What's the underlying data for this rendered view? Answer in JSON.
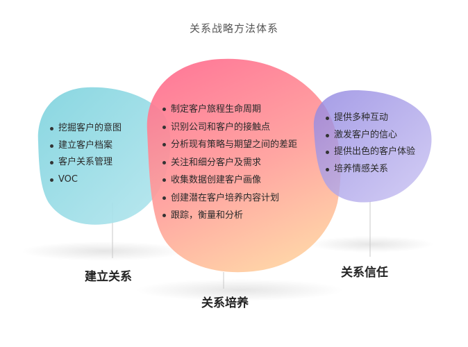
{
  "diagram": {
    "title": "关系战略方法体系",
    "colors": {
      "build": "#4fb8cc",
      "nurture_top": "#ff7a96",
      "nurture_bottom": "#ffc59a",
      "trust": "#9a8fe6"
    },
    "groups": [
      {
        "id": "build",
        "label": "建立关系",
        "items": [
          "挖掘客户的意图",
          "建立客户档案",
          "客户关系管理",
          "VOC"
        ]
      },
      {
        "id": "nurture",
        "label": "关系培养",
        "items": [
          "制定客户旅程生命周期",
          "识别公司和客户的接触点",
          "分析现有策略与期望之间的差距",
          "关注和细分客户及需求",
          "收集数据创建客户画像",
          "创建潜在客户培养内容计划",
          "跟踪，衡量和分析"
        ]
      },
      {
        "id": "trust",
        "label": "关系信任",
        "items": [
          "提供多种互动",
          "激发客户的信心",
          "提供出色的客户体验",
          "培养情感关系"
        ]
      }
    ]
  }
}
